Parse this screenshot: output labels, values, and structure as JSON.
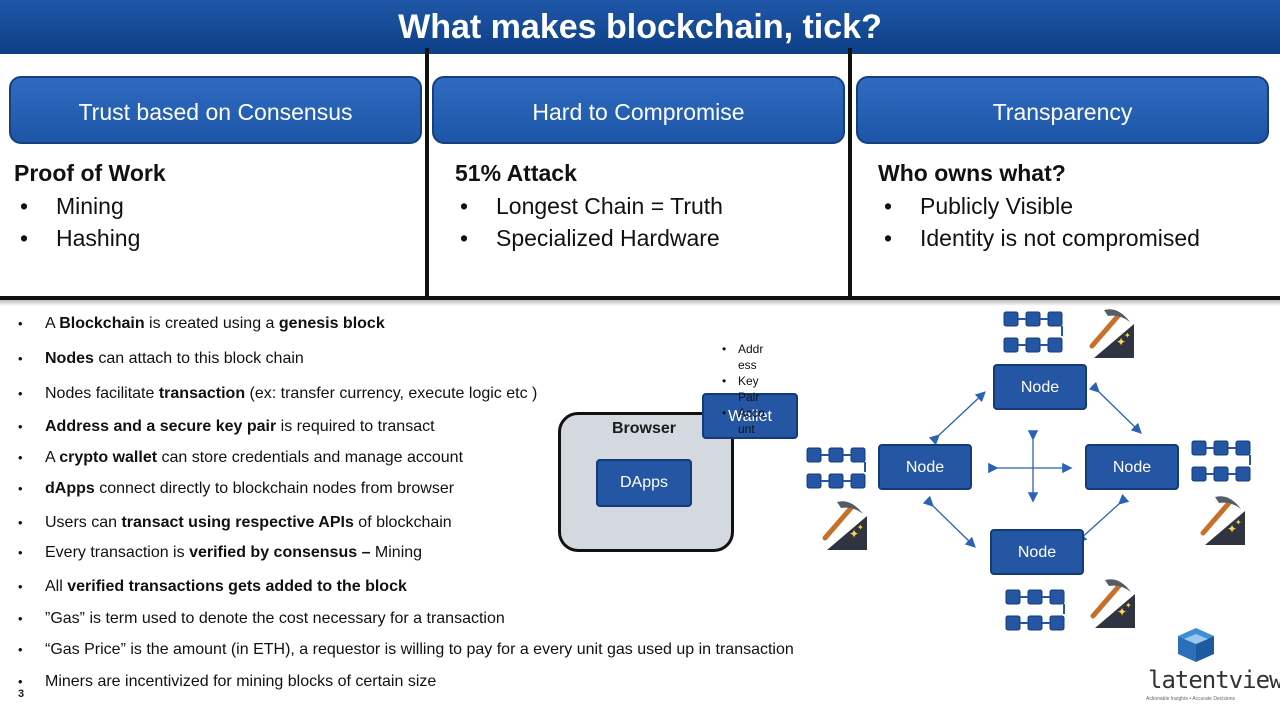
{
  "title": "What makes blockchain, tick?",
  "pillars": [
    {
      "box": "Trust based on Consensus",
      "heading": "Proof of Work",
      "bullets": [
        "Mining",
        "Hashing"
      ]
    },
    {
      "box": "Hard to Compromise",
      "heading": "51% Attack",
      "bullets": [
        "Longest Chain = Truth",
        "Specialized Hardware"
      ]
    },
    {
      "box": "Transparency",
      "heading": "Who owns what?",
      "bullets": [
        "Publicly Visible",
        "Identity is not compromised"
      ]
    }
  ],
  "notes": [
    [
      {
        "t": "A "
      },
      {
        "t": "Blockchain",
        "b": true
      },
      {
        "t": " is created using a "
      },
      {
        "t": "genesis block",
        "b": true
      }
    ],
    [
      {
        "t": "Nodes",
        "b": true
      },
      {
        "t": " can attach to this block chain"
      }
    ],
    [
      {
        "t": "Nodes facilitate "
      },
      {
        "t": "transaction",
        "b": true
      },
      {
        "t": " (ex: transfer currency, execute logic etc )"
      }
    ],
    [
      {
        "t": " Address and a secure key pair",
        "b": true
      },
      {
        "t": " is required to transact"
      }
    ],
    [
      {
        "t": "A "
      },
      {
        "t": "crypto wallet",
        "b": true
      },
      {
        "t": " can store credentials and manage account"
      }
    ],
    [
      {
        "t": "dApps",
        "b": true
      },
      {
        "t": " connect directly to blockchain nodes from browser"
      }
    ],
    [
      {
        "t": "Users can "
      },
      {
        "t": "transact using respective APIs",
        "b": true
      },
      {
        "t": " of blockchain"
      }
    ],
    [
      {
        "t": "Every transaction is "
      },
      {
        "t": "verified by consensus –",
        "b": true
      },
      {
        "t": " Mining"
      }
    ],
    [
      {
        "t": "All "
      },
      {
        "t": "verified transactions gets added to the block",
        "b": true
      }
    ],
    [
      {
        "t": "”Gas” is term used to denote the cost necessary for a transaction"
      }
    ],
    [
      {
        "t": "“Gas Price” is the amount (in ETH),  a requestor is willing to pay for a every unit gas used up in transaction"
      }
    ],
    [
      {
        "t": "Miners are incentivized for mining blocks of certain size"
      }
    ]
  ],
  "page_number": "3",
  "diagram": {
    "browser_label": "Browser",
    "dapps_label": "DApps",
    "wallet_label": "Wallet",
    "wallet_items": [
      "Addr",
      "ess",
      "Key",
      "Pair",
      "Acco",
      "unt"
    ],
    "node_label": "Node"
  },
  "logo": {
    "text": "latentview",
    "tagline": "Actionable Insights • Accurate Decisions"
  },
  "colors": {
    "title_bg": "#1a4f9c",
    "box_blue": "#2456a4",
    "browser_bg": "#d4d9e0"
  }
}
